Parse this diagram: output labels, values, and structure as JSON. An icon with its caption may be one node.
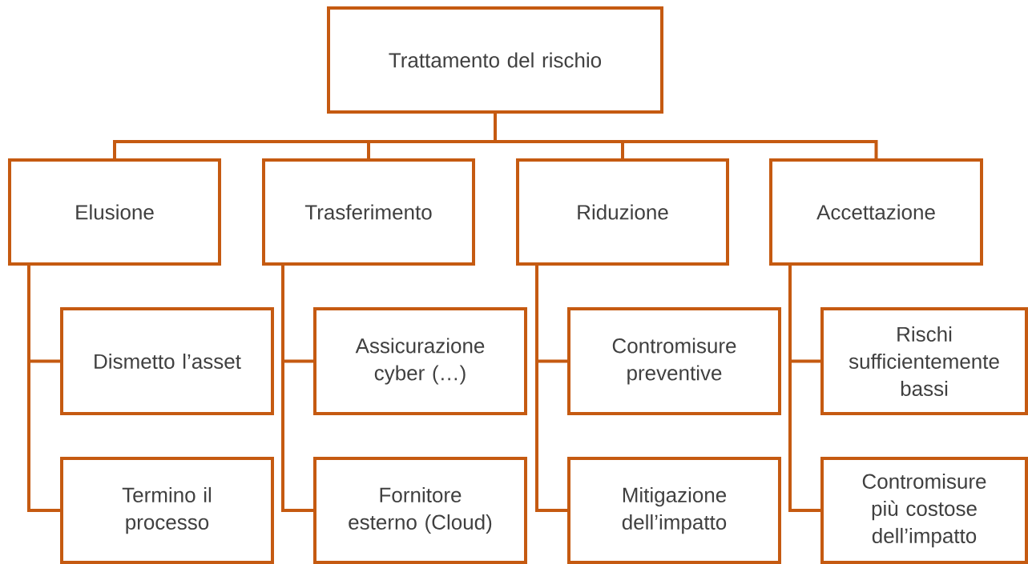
{
  "diagram": {
    "nodes": [
      {
        "text": [
          "Trattamento del rischio"
        ]
      },
      {
        "text": [
          "Elusione"
        ]
      },
      {
        "text": [
          "Trasferimento"
        ]
      },
      {
        "text": [
          "Riduzione"
        ]
      },
      {
        "text": [
          "Accettazione"
        ]
      },
      {
        "text": [
          "Dismetto l’asset"
        ]
      },
      {
        "text": [
          "Termino il processo"
        ]
      },
      {
        "text": [
          "Assicurazione cyber (…)"
        ]
      },
      {
        "text": [
          "Fornitore esterno (Cloud)"
        ]
      },
      {
        "text": [
          "Contromisure preventive"
        ]
      },
      {
        "text": [
          "Mitigazione dell’impatto"
        ]
      },
      {
        "text": [
          "Rischi sufficientemente bassi"
        ]
      },
      {
        "text": [
          "Contromisure più costose dell’impatto"
        ]
      }
    ],
    "edges": [
      {
        "from": 0,
        "to": 1,
        "arrow": "none"
      },
      {
        "from": 0,
        "to": 2,
        "arrow": "none"
      },
      {
        "from": 0,
        "to": 3,
        "arrow": "none"
      },
      {
        "from": 0,
        "to": 4,
        "arrow": "none"
      },
      {
        "from": 1,
        "to": 5,
        "arrow": "none"
      },
      {
        "from": 1,
        "to": 6,
        "arrow": "none"
      },
      {
        "from": 2,
        "to": 7,
        "arrow": "none"
      },
      {
        "from": 2,
        "to": 8,
        "arrow": "none"
      },
      {
        "from": 3,
        "to": 9,
        "arrow": "none"
      },
      {
        "from": 3,
        "to": 10,
        "arrow": "none"
      },
      {
        "from": 4,
        "to": 11,
        "arrow": "none"
      },
      {
        "from": 4,
        "to": 12,
        "arrow": "none"
      }
    ]
  }
}
